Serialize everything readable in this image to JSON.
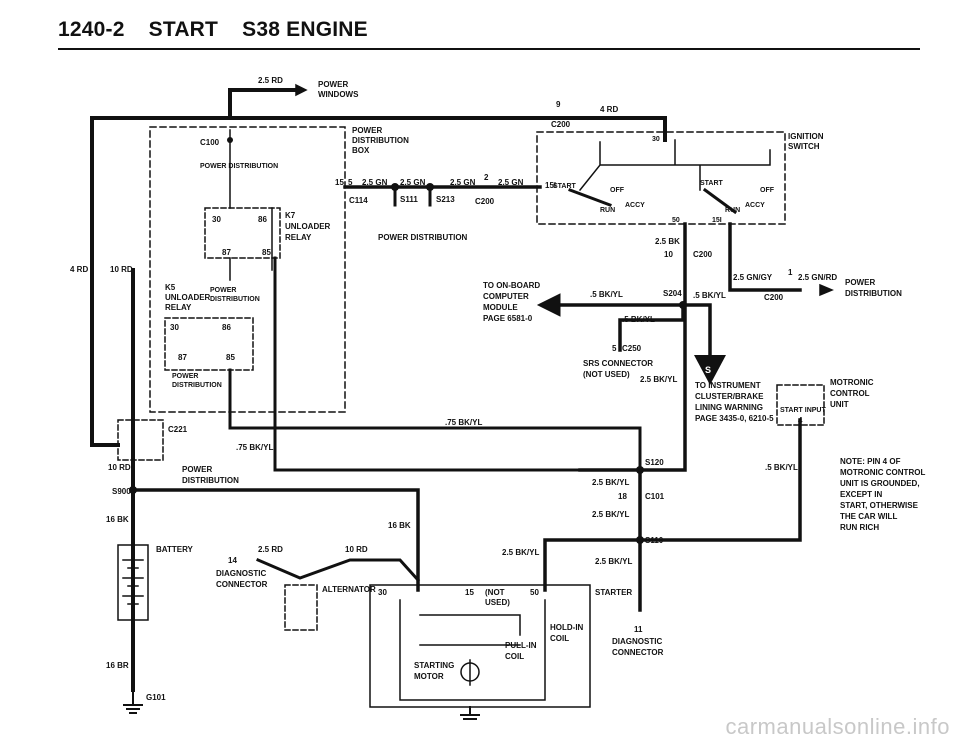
{
  "header": {
    "page": "1240-2",
    "section": "START",
    "title": "S38 ENGINE"
  },
  "watermark": "carmanualsonline.info",
  "wires": {
    "w1": "2.5 RD",
    "w_power_windows_1": "POWER",
    "w_power_windows_2": "WINDOWS",
    "w2": "4 RD",
    "w3": "9",
    "w4": "4 RD",
    "w5": "10 RD",
    "w6": "10 RD",
    "w7": "16 BK",
    "w8": "16 BR",
    "w9": "2.5 RD",
    "w10": "10 RD",
    "w11": "16 BK",
    "w12": "2.5 GN",
    "w13": "2.5 GN",
    "w14": "2.5 GN",
    "w15": "2.5 GN",
    "w16": "2",
    "w17": "2.5 BK",
    "w18": ".5 BK/YL",
    "w19": ".5 BK/YL",
    "w20": ".5 BK/YL",
    "w21": "2.5 BK/YL",
    "w22": ".75 BK/YL",
    "w23": ".75 BK/YL",
    "w24": "2.5 BK/YL",
    "w25": "2.5 BK/YL",
    "w26": "2.5 BK/YL",
    "w27": "2.5 BK/YL",
    "w28": "2.5 GN/GY",
    "w29": "1",
    "w30": "2.5 GN/RD",
    "w31": ".5 BK/YL",
    "w32": "14",
    "w33": "15",
    "w34": "5",
    "w35": "30",
    "w36": "50",
    "w37": "15I",
    "w38": "10",
    "w39": "5",
    "w40": "18",
    "w41": "11",
    "w42": "4",
    "w43": "30",
    "w44": "15",
    "w45": "50"
  },
  "connectors": {
    "c100": "C100",
    "c200a": "C200",
    "c200b": "C200",
    "c200c": "C200",
    "c200d": "C200",
    "c114": "C114",
    "s111": "S111",
    "s213": "S213",
    "s204": "S204",
    "c250": "C250",
    "c221": "C221",
    "s900": "S900",
    "s120": "S120",
    "c101": "C101",
    "s110": "S110",
    "g101": "G101"
  },
  "components": {
    "power_dist_box_1": "POWER",
    "power_dist_box_2": "DISTRIBUTION",
    "power_dist_box_3": "BOX",
    "ignition_1": "IGNITION",
    "ignition_2": "SWITCH",
    "power_distribution": "POWER DISTRIBUTION",
    "power_distribution_2": "POWER DISTRIBUTION",
    "k7_1": "K7",
    "k7_2": "UNLOADER",
    "k7_3": "RELAY",
    "k5_1": "K5",
    "k5_2": "UNLOADER",
    "k5_3": "RELAY",
    "pd_k5_1": "POWER",
    "pd_k5_2": "DISTRIBUTION",
    "pd_low_1": "POWER",
    "pd_low_2": "DISTRIBUTION",
    "pd_c221_1": "POWER",
    "pd_c221_2": "DISTRIBUTION",
    "pd_right_1": "POWER",
    "pd_right_2": "DISTRIBUTION",
    "start": "START",
    "start2": "START",
    "off": "OFF",
    "off2": "OFF",
    "accy": "ACCY",
    "accy2": "ACCY",
    "run": "RUN",
    "run2": "RUN",
    "obc_1": "TO ON-BOARD",
    "obc_2": "COMPUTER",
    "obc_3": "MODULE",
    "obc_4": "PAGE 6581-0",
    "srs_1": "SRS CONNECTOR",
    "srs_2": "(NOT USED)",
    "inst_1": "TO INSTRUMENT",
    "inst_2": "CLUSTER/BRAKE",
    "inst_3": "LINING WARNING",
    "inst_4": "PAGE 3435-0, 6210-5",
    "mc_1": "MOTRONIC",
    "mc_2": "CONTROL",
    "mc_3": "UNIT",
    "mc_input": "START INPUT",
    "note_1": "NOTE: PIN 4 OF",
    "note_2": "MOTRONIC CONTROL",
    "note_3": "UNIT IS GROUNDED,",
    "note_4": "EXCEPT IN",
    "note_5": "START, OTHERWISE",
    "note_6": "THE CAR WILL",
    "note_7": "RUN RICH",
    "battery": "BATTERY",
    "diag_1": "DIAGNOSTIC",
    "diag_2": "CONNECTOR",
    "diag2_1": "DIAGNOSTIC",
    "diag2_2": "CONNECTOR",
    "alternator": "ALTERNATOR",
    "starter": "STARTER",
    "notused_1": "(NOT",
    "notused_2": "USED)",
    "holdin_1": "HOLD-IN",
    "holdin_2": "COIL",
    "pullin_1": "PULL-IN",
    "pullin_2": "COIL",
    "motor_1": "STARTING",
    "motor_2": "MOTOR",
    "relay_30": "30",
    "relay_86": "86",
    "relay_87": "87",
    "relay_85": "85",
    "relay2_30": "30",
    "relay2_86": "86",
    "relay2_87": "87",
    "relay2_85": "85",
    "s_badge": "S"
  }
}
